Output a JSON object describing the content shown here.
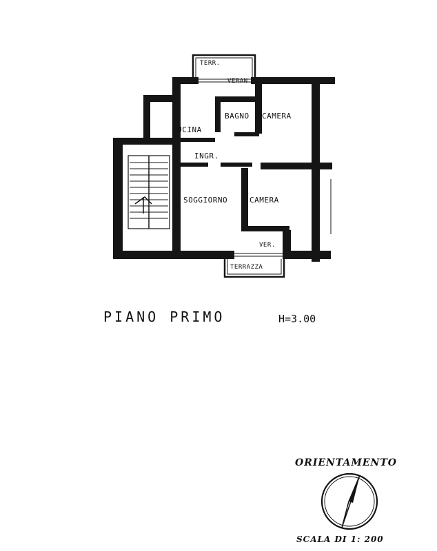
{
  "rooms": {
    "terr": "TERR.",
    "veran": "VERAN",
    "bagno": "BAGNO",
    "camera_top": "CAMERA",
    "cucina": "CUCINA",
    "ingr": "INGR.",
    "soggiorno": "SOGGIORNO",
    "camera_bottom": "CAMERA",
    "ver": "VER.",
    "terrazza": "TERRAZZA"
  },
  "plan_title": "PIANO PRIMO",
  "height_label": "H=3.00",
  "orientation_label": "ORIENTAMENTO",
  "scale_label": "SCALA DI 1: 200"
}
